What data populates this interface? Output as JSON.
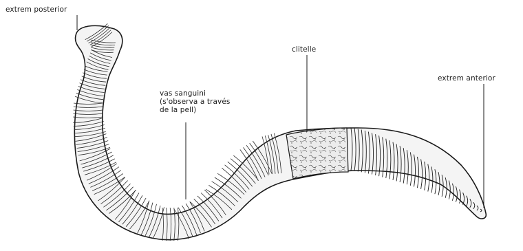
{
  "labels": {
    "posterior_end": "extrem posterior",
    "clitellum": "clitelle",
    "anterior_end": "extrem anterior",
    "blood_vessel_line1": "vas sanguini",
    "blood_vessel_line2": "(s'observa a través",
    "blood_vessel_line3": "de la pell)"
  },
  "colors": {
    "ink": "#1a1a1a",
    "body_fill": "#f4f4f4",
    "clitellum_fill": "#e9e9e9",
    "background": "#ffffff"
  }
}
